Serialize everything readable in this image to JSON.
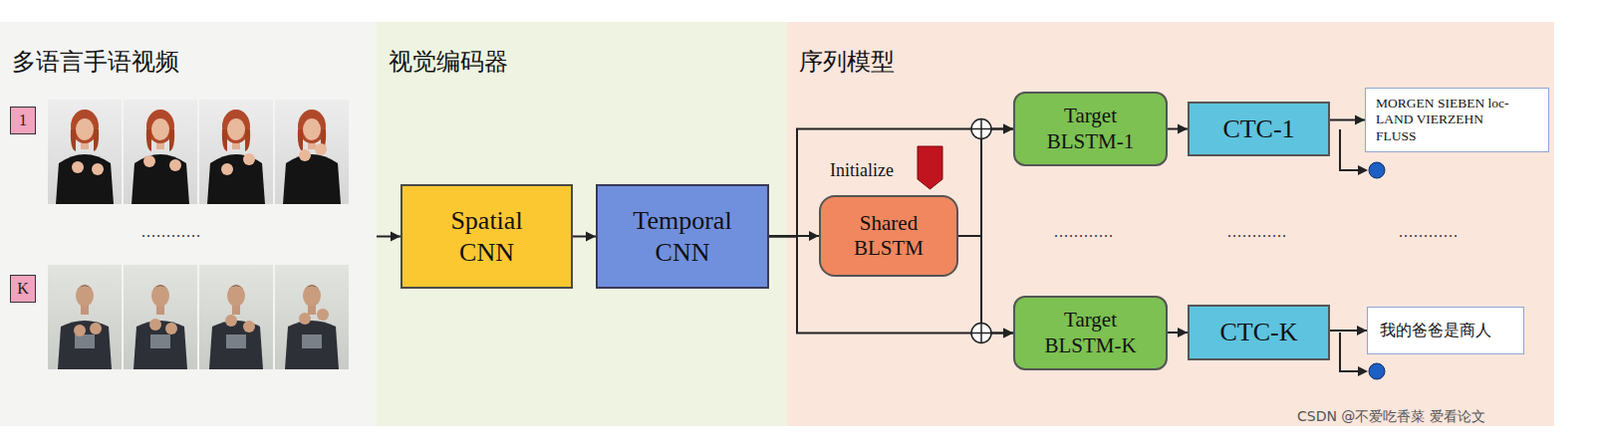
{
  "diagram": {
    "nodes": [
      {
        "text": [
          "多语言手语视频"
        ]
      },
      {
        "text": [
          "1"
        ],
        "in": 0
      },
      {
        "text": [
          "K"
        ],
        "in": 0
      },
      {
        "text": [
          "视觉编码器"
        ]
      },
      {
        "text": [
          "Spatial CNN"
        ],
        "in": 3
      },
      {
        "text": [
          "Temporal CNN"
        ],
        "in": 3
      },
      {
        "text": [
          "序列模型"
        ]
      },
      {
        "text": [
          "Shared BLSTM"
        ],
        "in": 6
      },
      {
        "text": [
          "Target BLSTM-1"
        ],
        "in": 6
      },
      {
        "text": [
          "CTC-1"
        ],
        "in": 6
      },
      {
        "text": [
          "MORGEN SIEBEN loc-LAND VIERZEHN FLUSS"
        ],
        "in": 6
      },
      {
        "text": [
          "Target BLSTM-K"
        ],
        "in": 6
      },
      {
        "text": [
          "CTC-K"
        ],
        "in": 6
      },
      {
        "text": [
          "我的爸爸是商人"
        ],
        "in": 6
      }
    ],
    "edges": [
      {
        "from": 0,
        "to": 4,
        "arrow": "to"
      },
      {
        "from": 4,
        "to": 5,
        "arrow": "to"
      },
      {
        "from": 5,
        "to": 7,
        "arrow": "to"
      },
      {
        "from": 5,
        "to": 8,
        "arrow": "to"
      },
      {
        "from": 7,
        "to": 8,
        "arrow": "to"
      },
      {
        "from": 5,
        "to": 11,
        "arrow": "to"
      },
      {
        "from": 7,
        "to": 11,
        "arrow": "to"
      },
      {
        "from": 8,
        "to": 9,
        "arrow": "to"
      },
      {
        "from": 9,
        "to": 10,
        "arrow": "to"
      },
      {
        "from": 11,
        "to": 12,
        "arrow": "to"
      },
      {
        "from": 12,
        "to": 13,
        "arrow": "to"
      }
    ],
    "labels": [
      "............",
      "Initialize",
      "............",
      "............",
      "............",
      "CSDN @不爱吃香菜 爱看论文"
    ]
  }
}
